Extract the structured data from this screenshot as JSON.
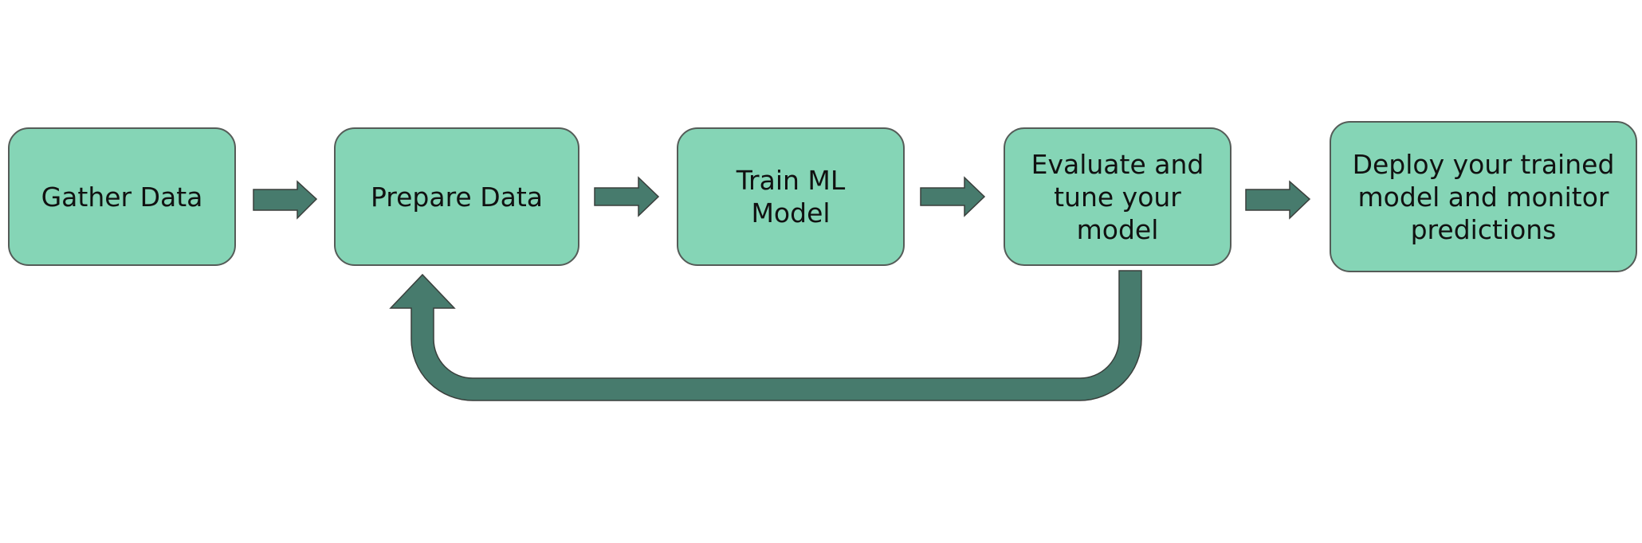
{
  "diagram": {
    "steps": [
      {
        "id": "gather",
        "label": "Gather Data"
      },
      {
        "id": "prepare",
        "label": "Prepare Data"
      },
      {
        "id": "train",
        "label": "Train ML Model"
      },
      {
        "id": "evaluate",
        "label": "Evaluate and tune your model"
      },
      {
        "id": "deploy",
        "label": "Deploy your trained model and monitor predictions"
      }
    ],
    "flow": [
      {
        "from": "gather",
        "to": "prepare"
      },
      {
        "from": "prepare",
        "to": "train"
      },
      {
        "from": "train",
        "to": "evaluate"
      },
      {
        "from": "evaluate",
        "to": "deploy"
      },
      {
        "from": "evaluate",
        "to": "prepare",
        "kind": "feedback-loop"
      }
    ],
    "colors": {
      "box_fill": "#85d5b6",
      "box_border": "#555c58",
      "arrow_fill": "#477b6d",
      "arrow_border": "#3a3f3c",
      "text": "#111111"
    }
  }
}
